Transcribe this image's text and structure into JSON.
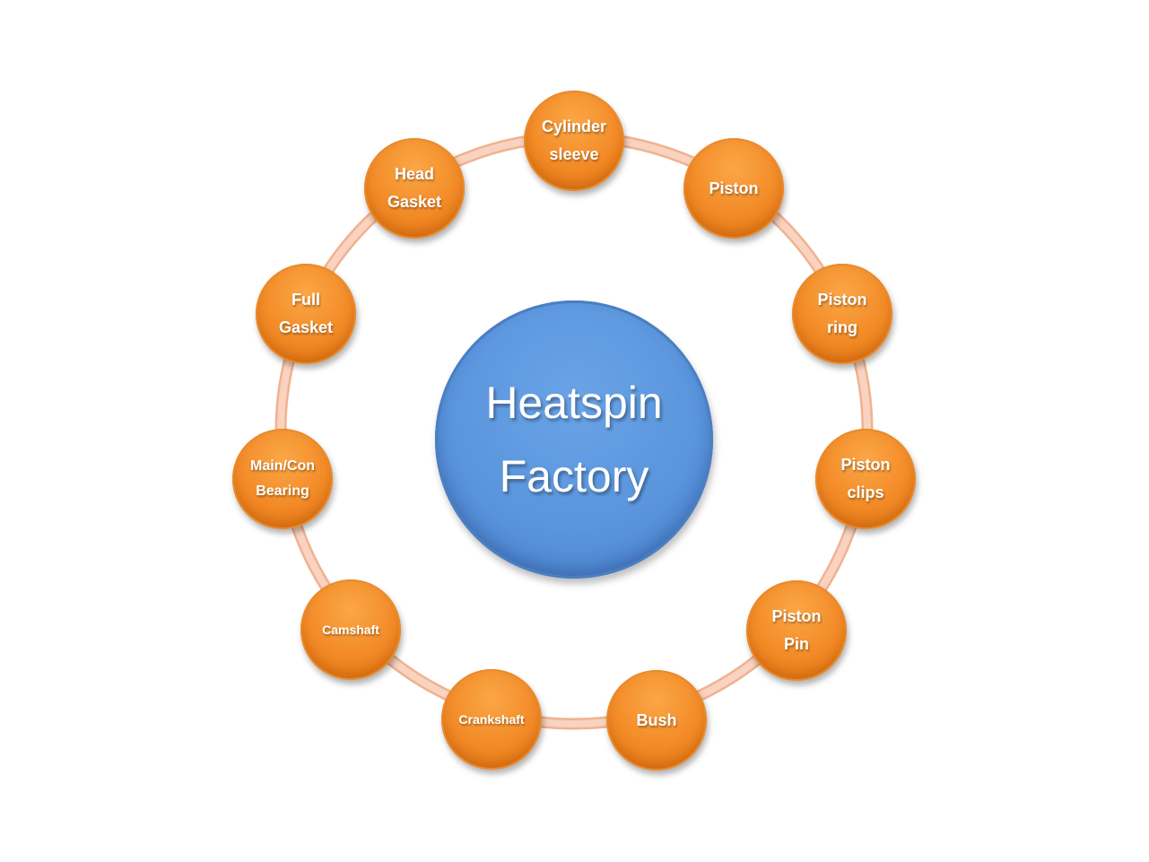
{
  "diagram": {
    "center": {
      "line1": "Heatspin",
      "line2": "Factory"
    },
    "nodes": [
      {
        "id": "cylinder-sleeve",
        "label": "Cylinder\nsleeve"
      },
      {
        "id": "piston",
        "label": "Piston"
      },
      {
        "id": "piston-ring",
        "label": "Piston\nring"
      },
      {
        "id": "piston-clips",
        "label": "Piston\nclips"
      },
      {
        "id": "piston-pin",
        "label": "Piston\nPin"
      },
      {
        "id": "bush",
        "label": "Bush"
      },
      {
        "id": "crankshaft",
        "label": "Crankshaft"
      },
      {
        "id": "camshaft",
        "label": "Camshaft"
      },
      {
        "id": "main-con-bearing",
        "label": "Main/Con\nBearing"
      },
      {
        "id": "full-gasket",
        "label": "Full\nGasket"
      },
      {
        "id": "head-gasket",
        "label": "Head\nGasket"
      }
    ],
    "colors": {
      "center_fill": "#5b96de",
      "node_fill": "#f28a26",
      "ring_stroke": "#f7c9b0",
      "text": "#ffffff"
    }
  }
}
